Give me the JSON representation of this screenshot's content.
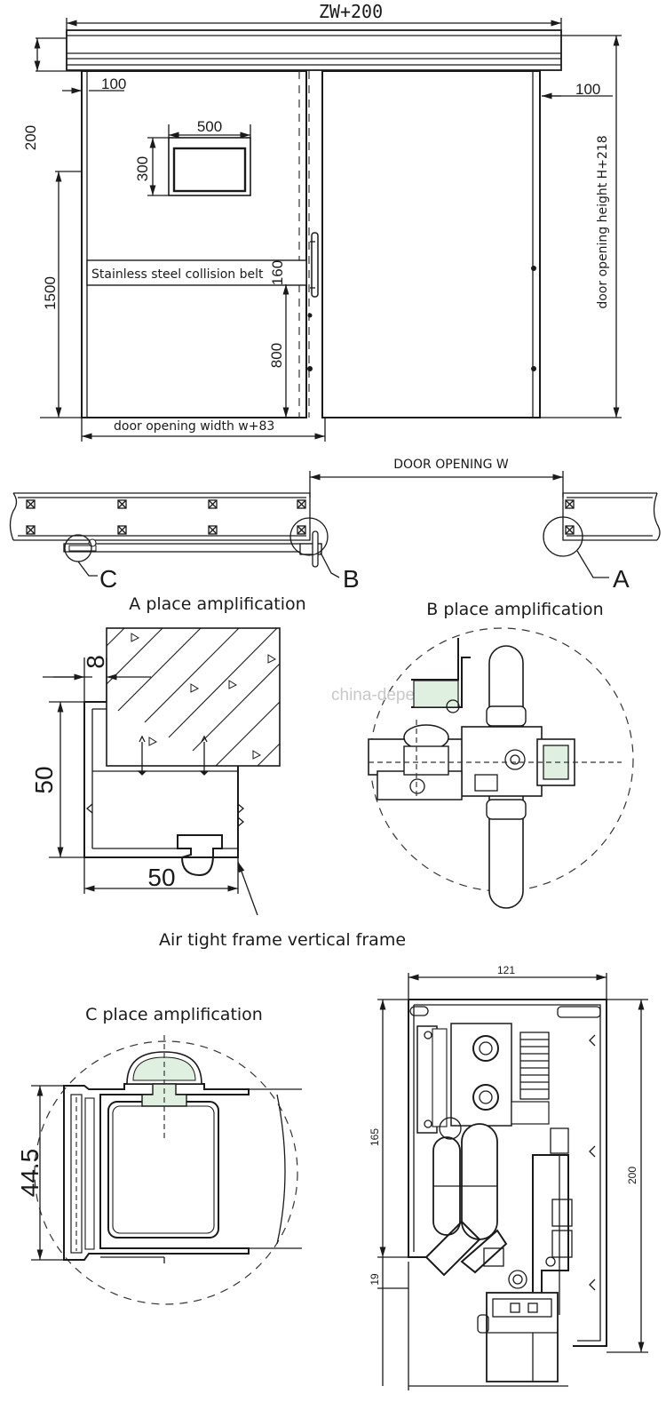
{
  "elevation": {
    "top_width": "ZW+200",
    "left_offset": "100",
    "right_offset": "100",
    "track_height": "200",
    "window_width": "500",
    "window_height": "300",
    "belt_height_from_floor": "1500",
    "belt_label": "Stainless steel collision belt",
    "belt_width": "160",
    "handle_height": "800",
    "opening_height": "door opening  height H+218",
    "opening_width": "door opening  width w+83"
  },
  "plan": {
    "door_opening": "DOOR OPENING  W",
    "callout_a": "A",
    "callout_b": "B",
    "callout_c": "C"
  },
  "detail_a": {
    "title": "A place amplification",
    "gap": "8",
    "height": "50",
    "width": "50",
    "caption": "Air tight frame vertical frame"
  },
  "detail_b": {
    "title": "B place amplification",
    "watermark": "china-deper.com"
  },
  "detail_c": {
    "title": "C place amplification",
    "height": "44.5"
  },
  "track_section": {
    "width": "121",
    "height_inner": "165",
    "height_total": "200",
    "bottom_gap": "19"
  }
}
